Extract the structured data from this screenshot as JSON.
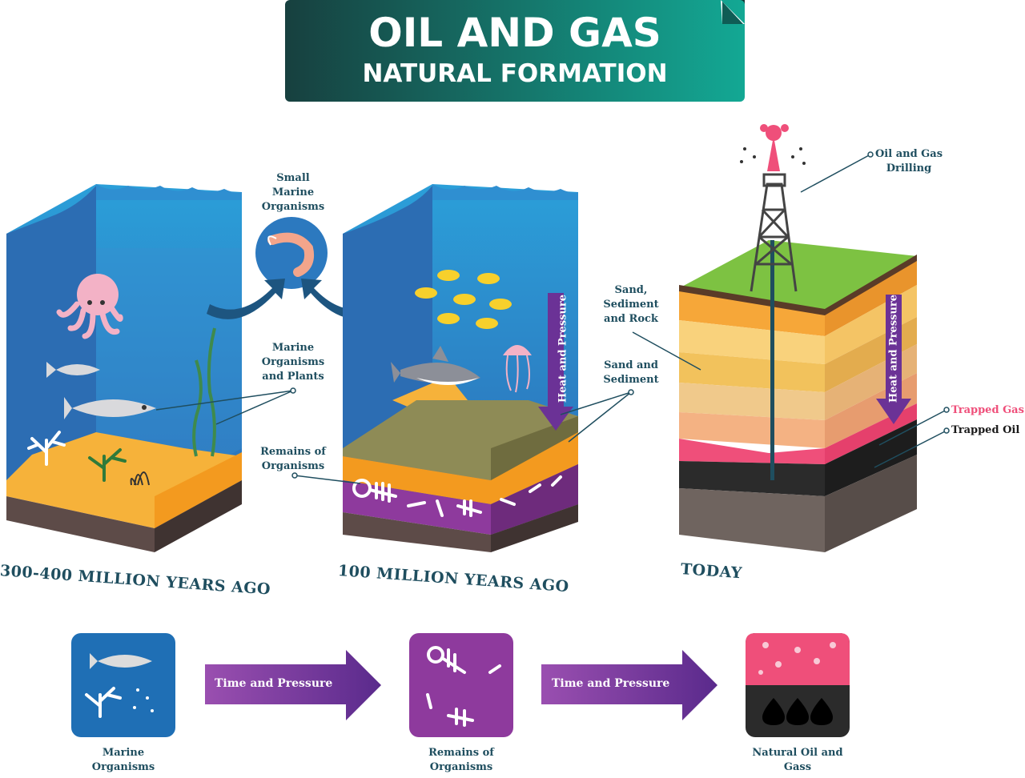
{
  "title": {
    "line1": "OIL AND GAS",
    "line2": "NATURAL FORMATION"
  },
  "eras": {
    "first": "300-400 MILLION YEARS AGO",
    "second": "100 MILLION YEARS AGO",
    "third": "TODAY"
  },
  "labels": {
    "small_marine": "Small Marine Organisms",
    "marine_plants": "Marine Organisms and Plants",
    "remains": "Remains of Organisms",
    "sand_sediment_rock": "Sand, Sediment and Rock",
    "sand_sediment": "Sand and Sediment",
    "drilling": "Oil and Gas Drilling",
    "trapped_gas": "Trapped Gas",
    "trapped_oil": "Trapped Oil",
    "heat_pressure": "Heat and Pressure"
  },
  "process": {
    "step1": "Marine Organisms",
    "step2": "Remains of Organisms",
    "step3": "Natural Oil and Gass",
    "arrow": "Time and Pressure"
  },
  "colors": {
    "banner_dark": "#17403f",
    "banner_light": "#13a894",
    "water": "#2d74b9",
    "sand": "#f6b23a",
    "purple": "#8e3a9d",
    "gas": "#ef4f7a",
    "oil": "#2b2b2b",
    "label": "#1f4e5f"
  }
}
